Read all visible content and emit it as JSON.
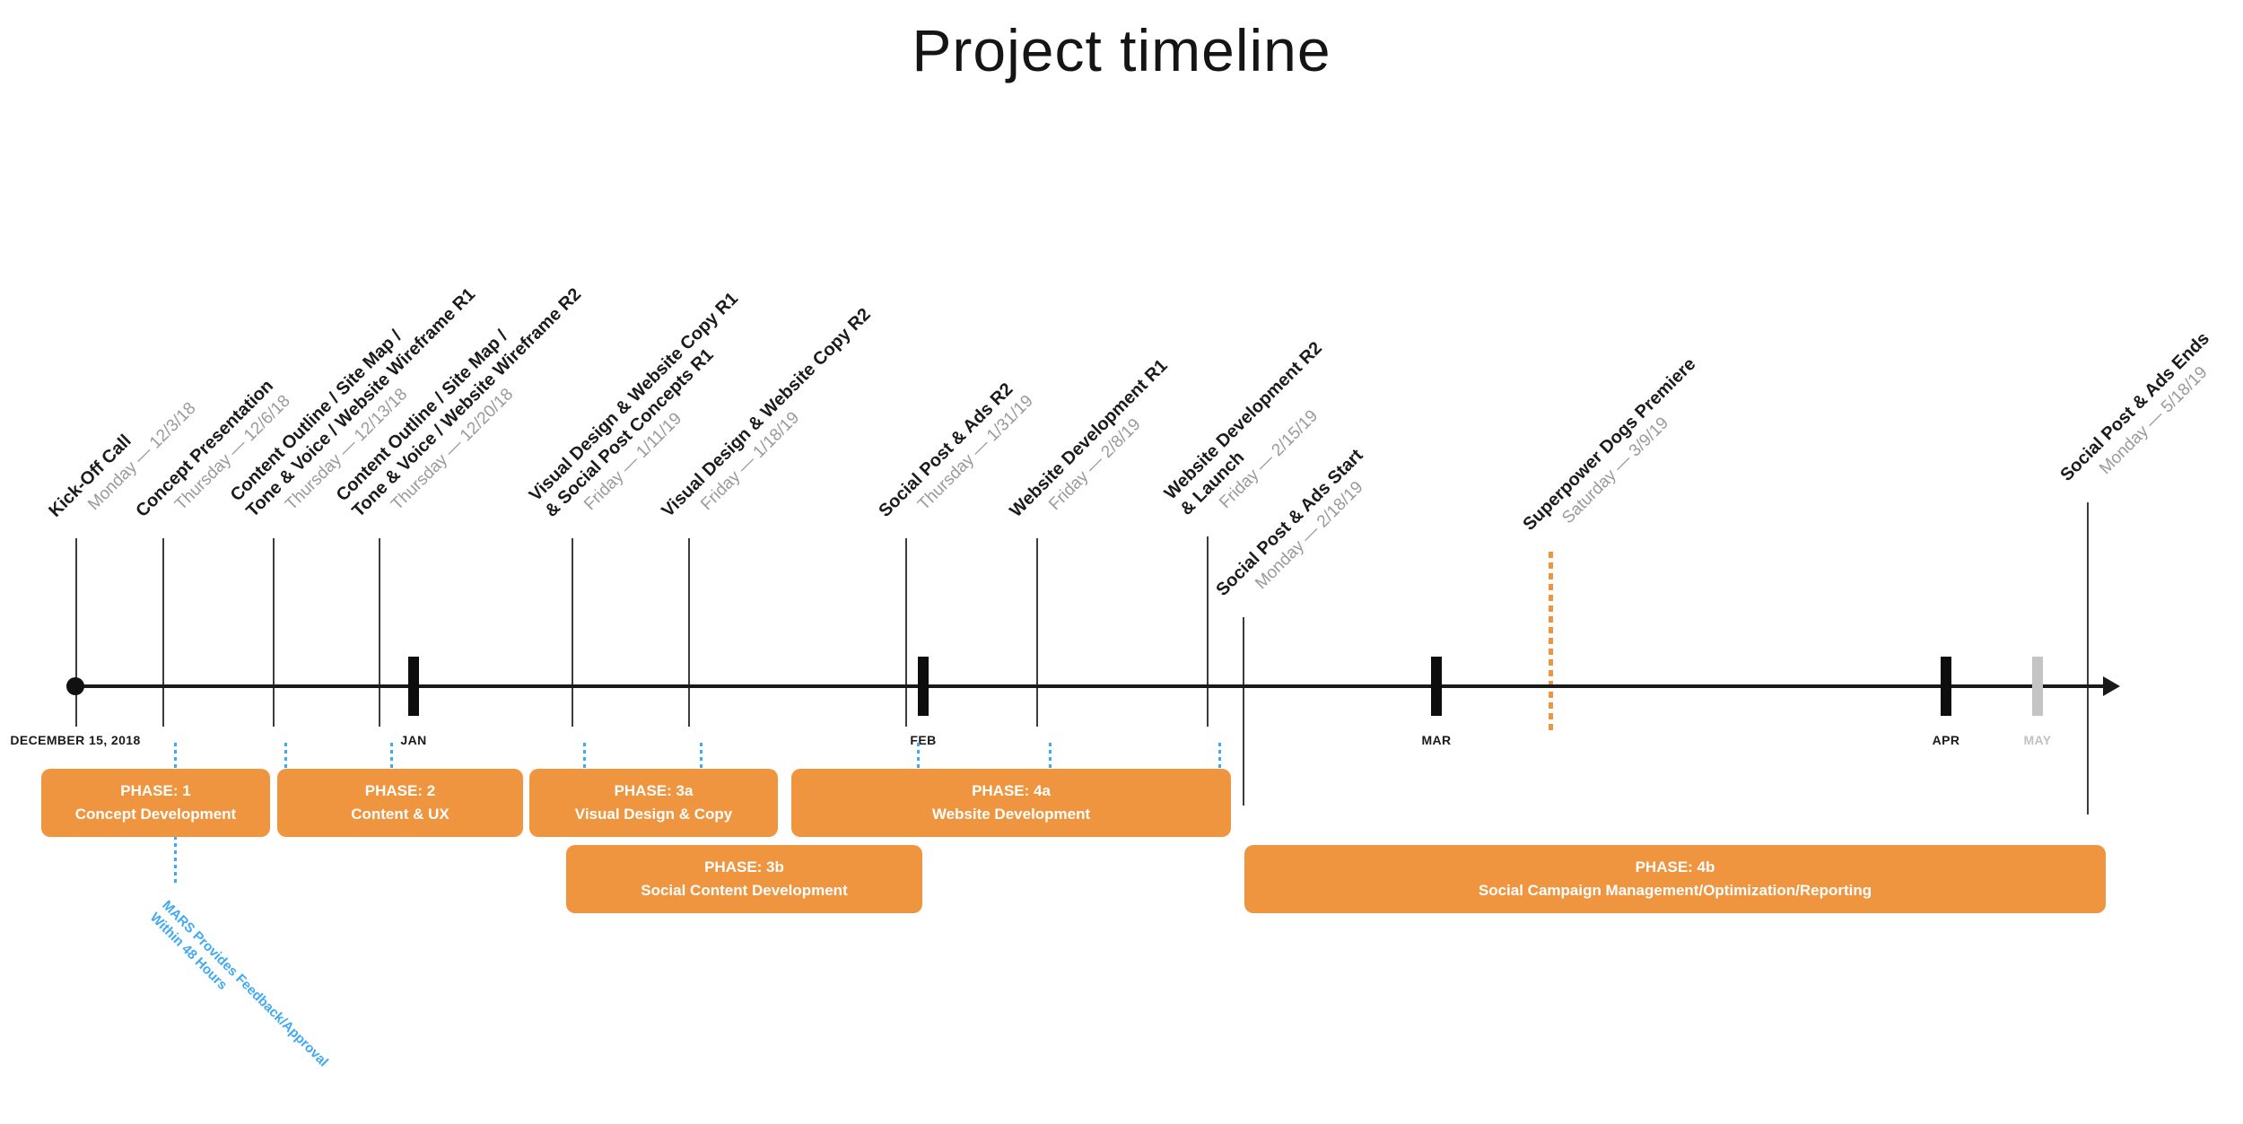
{
  "title": "Project timeline",
  "timeline": {
    "start_label": "DECEMBER 15, 2018",
    "months": [
      {
        "label": "JAN"
      },
      {
        "label": "FEB"
      },
      {
        "label": "MAR"
      },
      {
        "label": "APR"
      },
      {
        "label": "MAY"
      }
    ]
  },
  "milestones": [
    {
      "name_lines": [
        "Kick-Off Call"
      ],
      "date": "Monday — 12/3/18"
    },
    {
      "name_lines": [
        "Concept Presentation"
      ],
      "date": "Thursday — 12/6/18"
    },
    {
      "name_lines": [
        "Content Outline / Site Map /",
        "Tone & Voice / Website Wireframe R1"
      ],
      "date": "Thursday — 12/13/18"
    },
    {
      "name_lines": [
        "Content Outline / Site Map /",
        "Tone & Voice / Website Wireframe R2"
      ],
      "date": "Thursday — 12/20/18"
    },
    {
      "name_lines": [
        "Visual Design & Website Copy R1",
        "& Social Post Concepts R1"
      ],
      "date": "Friday — 1/11/19"
    },
    {
      "name_lines": [
        "Visual Design & Website Copy R2"
      ],
      "date": "Friday — 1/18/19"
    },
    {
      "name_lines": [
        "Social Post & Ads R2"
      ],
      "date": "Thursday — 1/31/19"
    },
    {
      "name_lines": [
        "Website Development R1"
      ],
      "date": "Friday — 2/8/19"
    },
    {
      "name_lines": [
        "Website Development R2",
        "& Launch"
      ],
      "date": "Friday — 2/15/19"
    },
    {
      "name_lines": [
        "Social Post & Ads Start"
      ],
      "date": "Monday — 2/18/19"
    },
    {
      "name_lines": [
        "Superpower Dogs Premiere"
      ],
      "date": "Saturday — 3/9/19"
    },
    {
      "name_lines": [
        "Social Post & Ads Ends"
      ],
      "date": "Monday — 5/18/19"
    }
  ],
  "phases": [
    {
      "title": "PHASE: 1",
      "subtitle": "Concept Development"
    },
    {
      "title": "PHASE: 2",
      "subtitle": "Content & UX"
    },
    {
      "title": "PHASE: 3a",
      "subtitle": "Visual Design & Copy"
    },
    {
      "title": "PHASE: 4a",
      "subtitle": "Website Development"
    },
    {
      "title": "PHASE: 3b",
      "subtitle": "Social Content Development"
    },
    {
      "title": "PHASE: 4b",
      "subtitle": "Social Campaign Management/Optimization/Reporting"
    }
  ],
  "annotation": {
    "lines": [
      "MARS Provides Feedback/Approval",
      "Within 48 Hours"
    ]
  },
  "colors": {
    "phase_orange": "#f0953f",
    "annotation_blue": "#3fa9f5",
    "date_gray": "#9a9a9a",
    "axis_black": "#1a1a1a",
    "may_gray": "#c4c4c4"
  }
}
